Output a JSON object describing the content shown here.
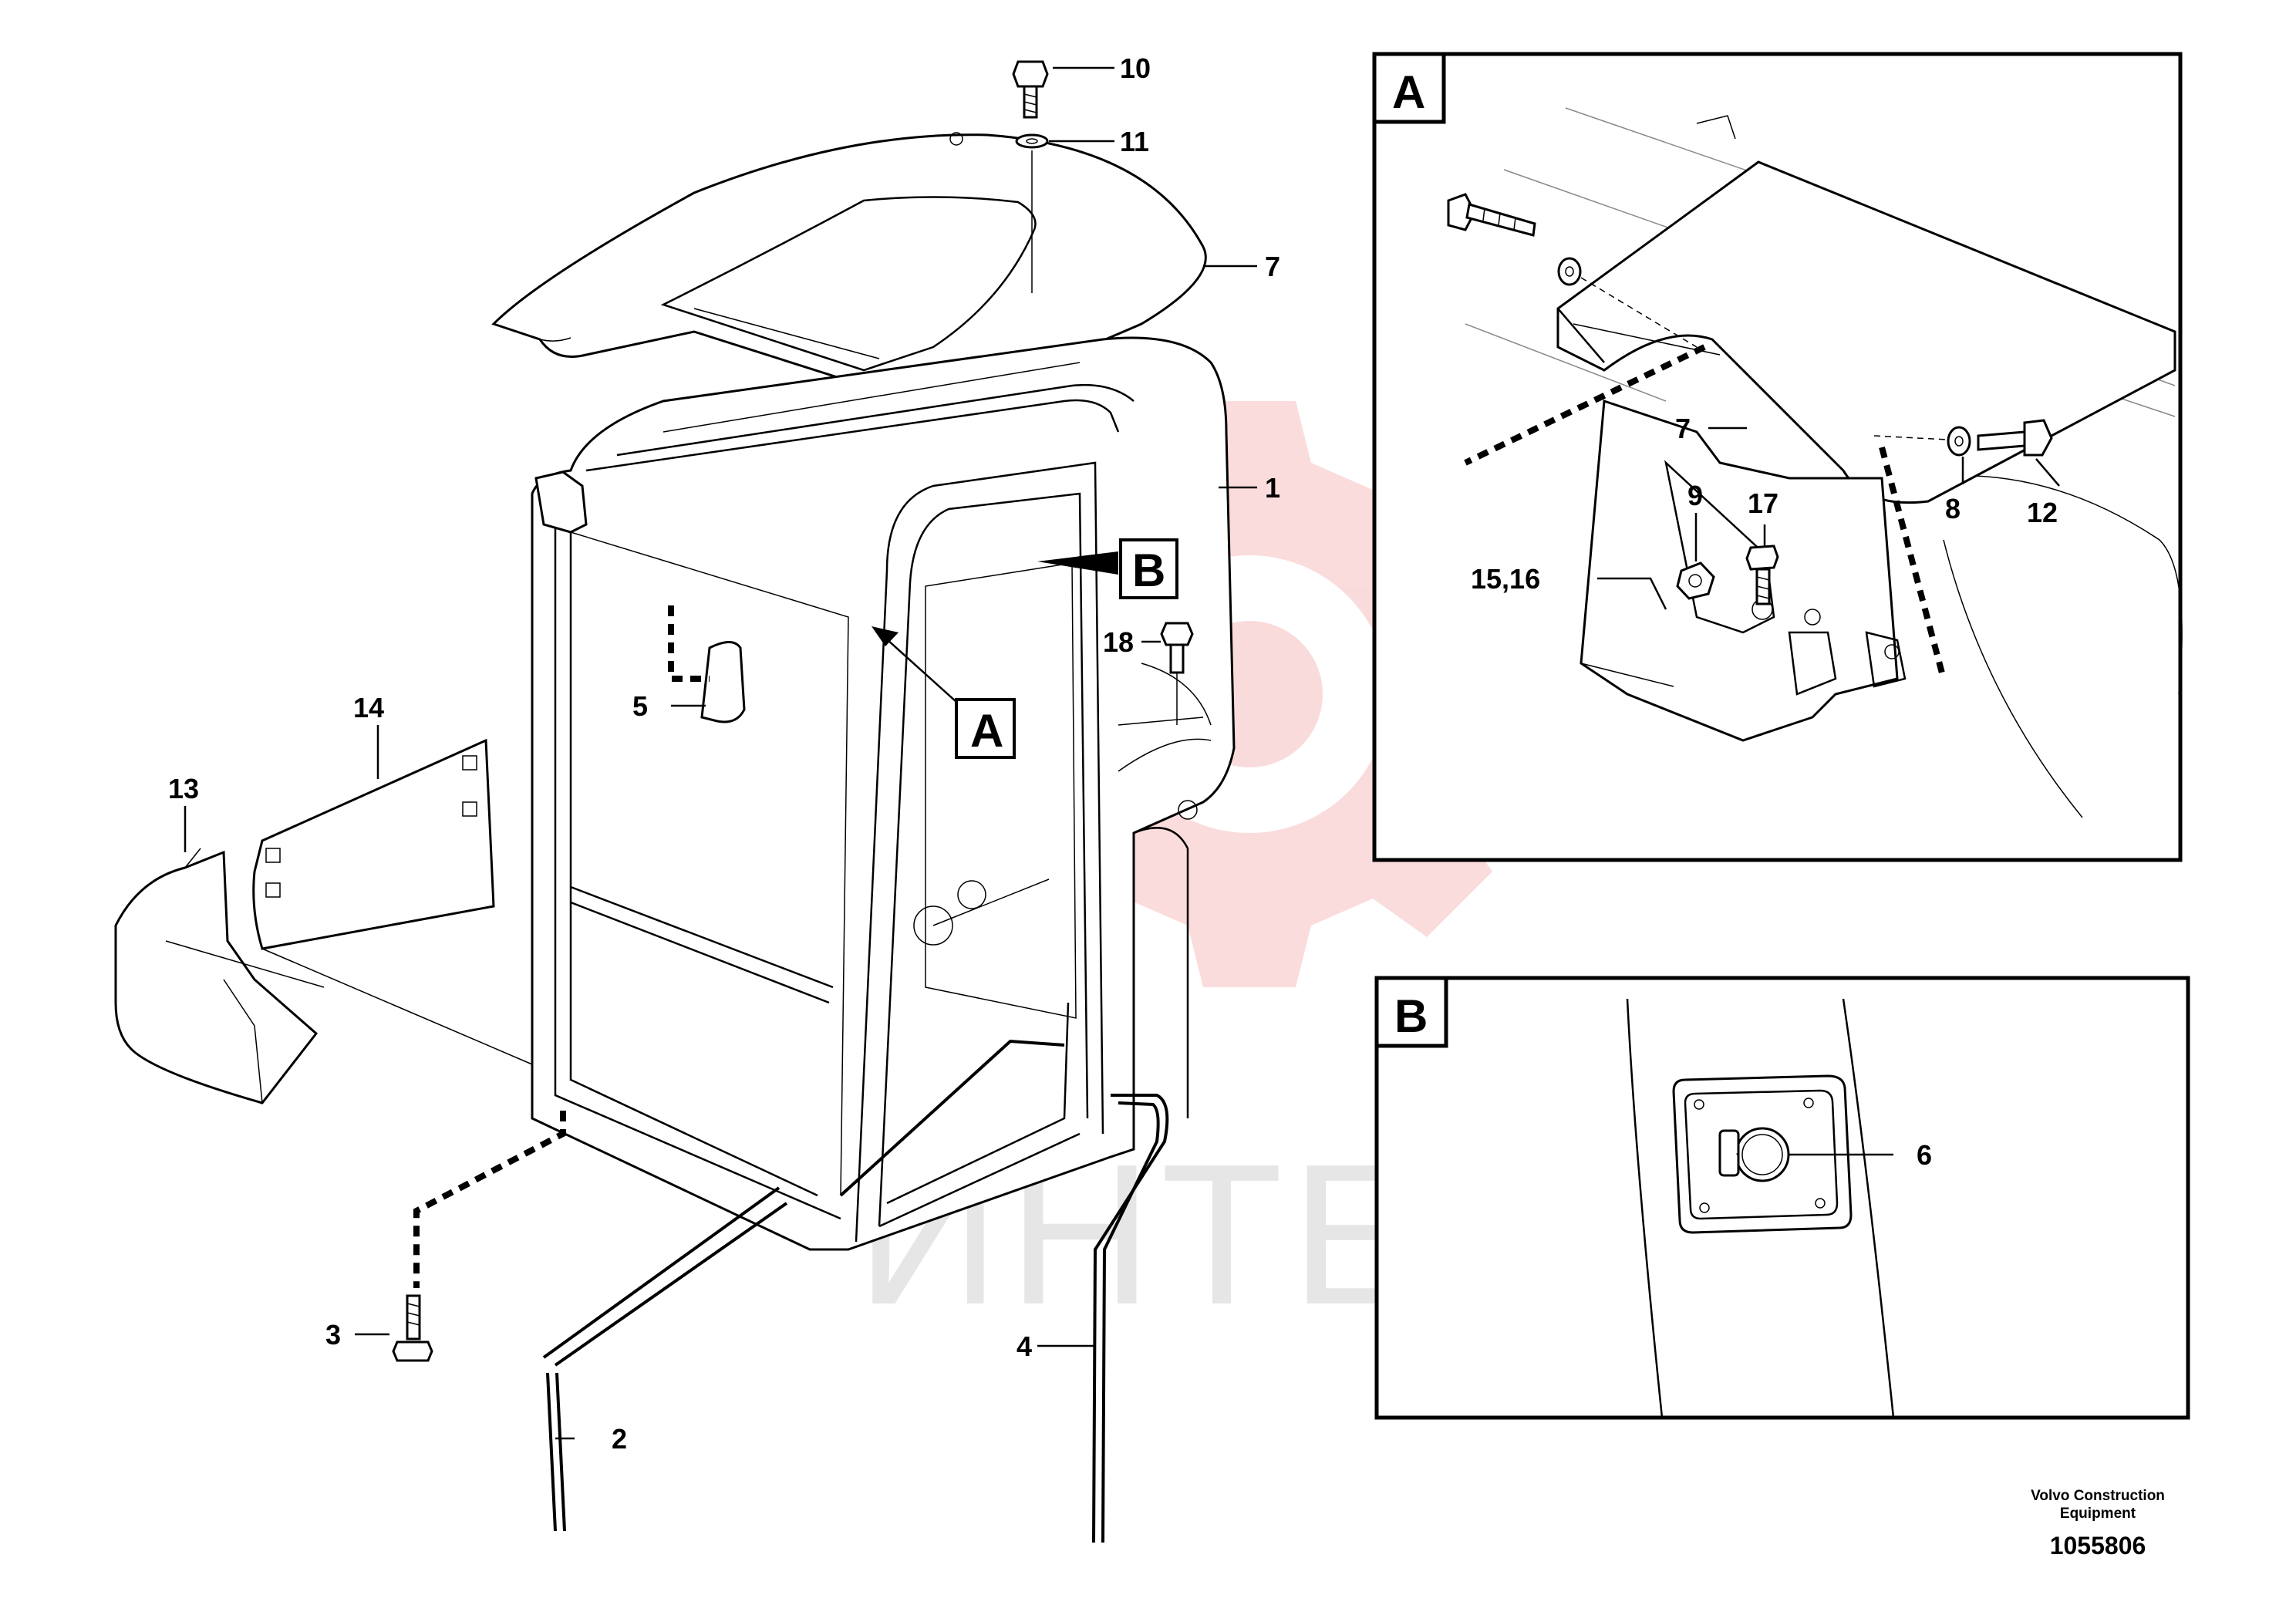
{
  "diagram": {
    "callouts": [
      {
        "id": "c1",
        "label": "1"
      },
      {
        "id": "c2",
        "label": "2"
      },
      {
        "id": "c3",
        "label": "3"
      },
      {
        "id": "c4",
        "label": "4"
      },
      {
        "id": "c5",
        "label": "5"
      },
      {
        "id": "c7",
        "label": "7"
      },
      {
        "id": "c10",
        "label": "10"
      },
      {
        "id": "c11",
        "label": "11"
      },
      {
        "id": "c13",
        "label": "13"
      },
      {
        "id": "c14",
        "label": "14"
      },
      {
        "id": "c18",
        "label": "18"
      }
    ],
    "view_markers": {
      "a": "A",
      "b": "B"
    }
  },
  "detail_a": {
    "title": "A",
    "callouts": [
      {
        "id": "a7",
        "label": "7"
      },
      {
        "id": "a8",
        "label": "8"
      },
      {
        "id": "a9",
        "label": "9"
      },
      {
        "id": "a12",
        "label": "12"
      },
      {
        "id": "a1516",
        "label": "15,16"
      },
      {
        "id": "a17",
        "label": "17"
      }
    ]
  },
  "detail_b": {
    "title": "B",
    "callouts": [
      {
        "id": "b6",
        "label": "6"
      }
    ]
  },
  "watermark": {
    "text": "ИНТЕХ",
    "color": "#e4262c"
  },
  "footer": {
    "company_line1": "Volvo Construction",
    "company_line2": "Equipment",
    "doc_number": "1055806"
  }
}
